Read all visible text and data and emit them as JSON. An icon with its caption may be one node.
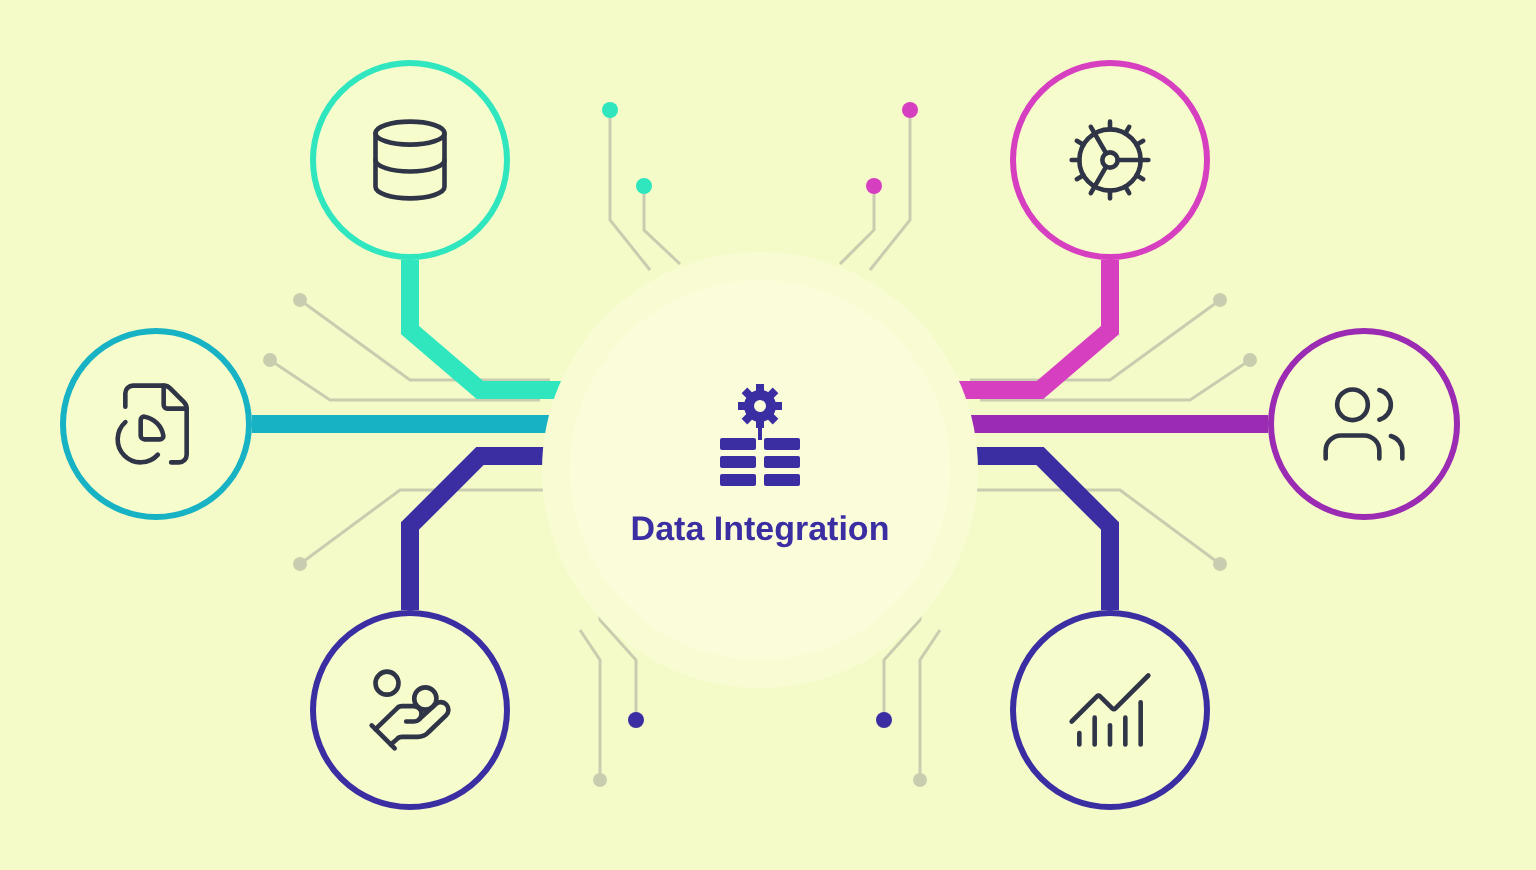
{
  "diagram": {
    "nodes": [
      {
        "text": [
          "Data Integration"
        ]
      },
      {
        "text": [],
        "shape": "circle"
      },
      {
        "text": [],
        "shape": "circle"
      },
      {
        "text": [],
        "shape": "circle"
      },
      {
        "text": [],
        "shape": "circle"
      },
      {
        "text": [],
        "shape": "circle"
      },
      {
        "text": [],
        "shape": "circle"
      }
    ],
    "edges": [
      {
        "from": 0,
        "to": 1,
        "arrow": "none",
        "color": "#2fe6bf"
      },
      {
        "from": 0,
        "to": 2,
        "arrow": "none",
        "color": "#17b2c4"
      },
      {
        "from": 0,
        "to": 3,
        "arrow": "none",
        "color": "#3b2ea3"
      },
      {
        "from": 0,
        "to": 4,
        "arrow": "none",
        "color": "#d63fc0"
      },
      {
        "from": 0,
        "to": 5,
        "arrow": "none",
        "color": "#9a2bb2"
      },
      {
        "from": 0,
        "to": 6,
        "arrow": "none",
        "color": "#3b2ea3"
      }
    ]
  }
}
